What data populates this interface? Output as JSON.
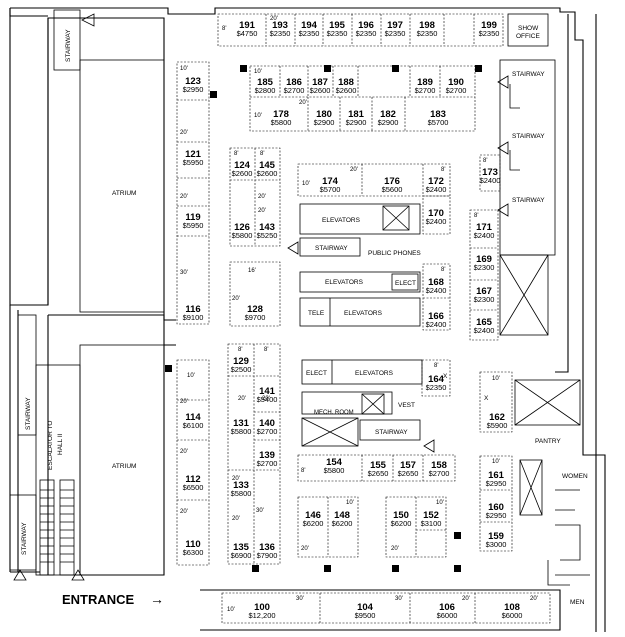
{
  "labels": {
    "stairway": "STAIRWAY",
    "atrium": "ATRIUM",
    "elevators": "ELEVATORS",
    "public_phones": "PUBLIC PHONES",
    "elect": "ELECT",
    "tele": "TELE",
    "mech_room": "MECH. ROOM",
    "vest": "VEST",
    "pantry": "PANTRY",
    "women": "WOMEN",
    "men": "MEN",
    "show_office_1": "SHOW",
    "show_office_2": "OFFICE",
    "escalator_1": "ESCALATOR TO",
    "escalator_2": "HALL II",
    "entrance": "ENTRANCE",
    "entrance_arrow": "→",
    "x_mark": "X"
  },
  "booths": [
    {
      "id": "b191",
      "number": "191",
      "price": "$4750"
    },
    {
      "id": "b193",
      "number": "193",
      "price": "$2350"
    },
    {
      "id": "b194",
      "number": "194",
      "price": "$2350"
    },
    {
      "id": "b195",
      "number": "195",
      "price": "$2350"
    },
    {
      "id": "b196",
      "number": "196",
      "price": "$2350"
    },
    {
      "id": "b197",
      "number": "197",
      "price": "$2350"
    },
    {
      "id": "b198",
      "number": "198",
      "price": "$2350"
    },
    {
      "id": "b199",
      "number": "199",
      "price": "$2350"
    },
    {
      "id": "b185",
      "number": "185",
      "price": "$2800"
    },
    {
      "id": "b186",
      "number": "186",
      "price": "$2700"
    },
    {
      "id": "b187",
      "number": "187",
      "price": "$2600"
    },
    {
      "id": "b188",
      "number": "188",
      "price": "$2600"
    },
    {
      "id": "b189",
      "number": "189",
      "price": "$2700"
    },
    {
      "id": "b190",
      "number": "190",
      "price": "$2700"
    },
    {
      "id": "b178",
      "number": "178",
      "price": "$5800"
    },
    {
      "id": "b180",
      "number": "180",
      "price": "$2900"
    },
    {
      "id": "b181",
      "number": "181",
      "price": "$2900"
    },
    {
      "id": "b182",
      "number": "182",
      "price": "$2900"
    },
    {
      "id": "b183",
      "number": "183",
      "price": "$5700"
    },
    {
      "id": "b123",
      "number": "123",
      "price": "$2950"
    },
    {
      "id": "b121",
      "number": "121",
      "price": "$5950"
    },
    {
      "id": "b119",
      "number": "119",
      "price": "$5950"
    },
    {
      "id": "b116",
      "number": "116",
      "price": "$9100"
    },
    {
      "id": "b124",
      "number": "124",
      "price": "$2600"
    },
    {
      "id": "b145",
      "number": "145",
      "price": "$2600"
    },
    {
      "id": "b126",
      "number": "126",
      "price": "$5800"
    },
    {
      "id": "b143",
      "number": "143",
      "price": "$5250"
    },
    {
      "id": "b128",
      "number": "128",
      "price": "$9700"
    },
    {
      "id": "b174",
      "number": "174",
      "price": "$5700"
    },
    {
      "id": "b176",
      "number": "176",
      "price": "$5600"
    },
    {
      "id": "b172",
      "number": "172",
      "price": "$2400"
    },
    {
      "id": "b170",
      "number": "170",
      "price": "$2400"
    },
    {
      "id": "b168",
      "number": "168",
      "price": "$2400"
    },
    {
      "id": "b166",
      "number": "166",
      "price": "$2400"
    },
    {
      "id": "b173",
      "number": "173",
      "price": "$2400"
    },
    {
      "id": "b171",
      "number": "171",
      "price": "$2400"
    },
    {
      "id": "b169",
      "number": "169",
      "price": "$2300"
    },
    {
      "id": "b167",
      "number": "167",
      "price": "$2300"
    },
    {
      "id": "b165",
      "number": "165",
      "price": "$2400"
    },
    {
      "id": "b129",
      "number": "129",
      "price": "$2500"
    },
    {
      "id": "b141",
      "number": "141",
      "price": "$5400"
    },
    {
      "id": "b131",
      "number": "131",
      "price": "$5800"
    },
    {
      "id": "b140",
      "number": "140",
      "price": "$2700"
    },
    {
      "id": "b139",
      "number": "139",
      "price": "$2700"
    },
    {
      "id": "b133",
      "number": "133",
      "price": "$5800"
    },
    {
      "id": "b135",
      "number": "135",
      "price": "$6900"
    },
    {
      "id": "b136",
      "number": "136",
      "price": "$7900"
    },
    {
      "id": "b114",
      "number": "114",
      "price": "$6100"
    },
    {
      "id": "b112",
      "number": "112",
      "price": "$6500"
    },
    {
      "id": "b110",
      "number": "110",
      "price": "$6300"
    },
    {
      "id": "b164",
      "number": "164",
      "price": "$2350"
    },
    {
      "id": "b162",
      "number": "162",
      "price": "$5900"
    },
    {
      "id": "b154",
      "number": "154",
      "price": "$5800"
    },
    {
      "id": "b155",
      "number": "155",
      "price": "$2650"
    },
    {
      "id": "b157",
      "number": "157",
      "price": "$2650"
    },
    {
      "id": "b158",
      "number": "158",
      "price": "$2700"
    },
    {
      "id": "b161",
      "number": "161",
      "price": "$2950"
    },
    {
      "id": "b160",
      "number": "160",
      "price": "$2950"
    },
    {
      "id": "b159",
      "number": "159",
      "price": "$3000"
    },
    {
      "id": "b146",
      "number": "146",
      "price": "$6200"
    },
    {
      "id": "b148",
      "number": "148",
      "price": "$6200"
    },
    {
      "id": "b150",
      "number": "150",
      "price": "$6200"
    },
    {
      "id": "b152",
      "number": "152",
      "price": "$3100"
    },
    {
      "id": "b100",
      "number": "100",
      "price": "$12,200"
    },
    {
      "id": "b104",
      "number": "104",
      "price": "$9500"
    },
    {
      "id": "b106",
      "number": "106",
      "price": "$6000"
    },
    {
      "id": "b108",
      "number": "108",
      "price": "$6000"
    }
  ],
  "dimensions": [
    "8'",
    "10'",
    "16'",
    "20'",
    "30'"
  ]
}
